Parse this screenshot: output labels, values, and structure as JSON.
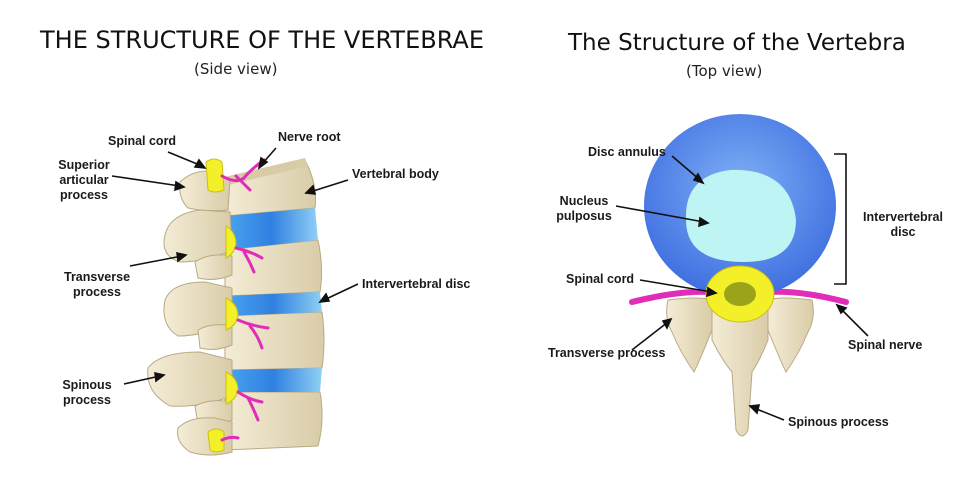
{
  "side_view": {
    "title": "THE STRUCTURE OF THE VERTEBRAE",
    "subtitle": "(Side view)",
    "labels": {
      "spinal_cord": "Spinal cord",
      "nerve_root": "Nerve root",
      "superior_articular_process": "Superior\narticular\nprocess",
      "vertebral_body": "Vertebral body",
      "transverse_process": "Transverse\nprocess",
      "intervertebral_disc": "Intervertebral disc",
      "spinous_process": "Spinous\nprocess"
    }
  },
  "top_view": {
    "title": "The Structure of the Vertebra",
    "subtitle": "(Top view)",
    "labels": {
      "disc_annulus": "Disc annulus",
      "nucleus_pulposus": "Nucleus\npulposus",
      "intervertebral_disc": "Intervertebral\ndisc",
      "spinal_cord": "Spinal cord",
      "transverse_process": "Transverse process",
      "spinal_nerve": "Spinal nerve",
      "spinous_process": "Spinous process"
    }
  },
  "colors": {
    "bone": "#e9dfc4",
    "bone_shadow": "#c9bb98",
    "disc_blue": "#3d8fe6",
    "disc_light": "#8fd0f5",
    "annulus": "#4a7fe6",
    "nucleus": "#bff4f4",
    "spinal_cord": "#f3f02a",
    "nerve": "#e02cb8"
  }
}
